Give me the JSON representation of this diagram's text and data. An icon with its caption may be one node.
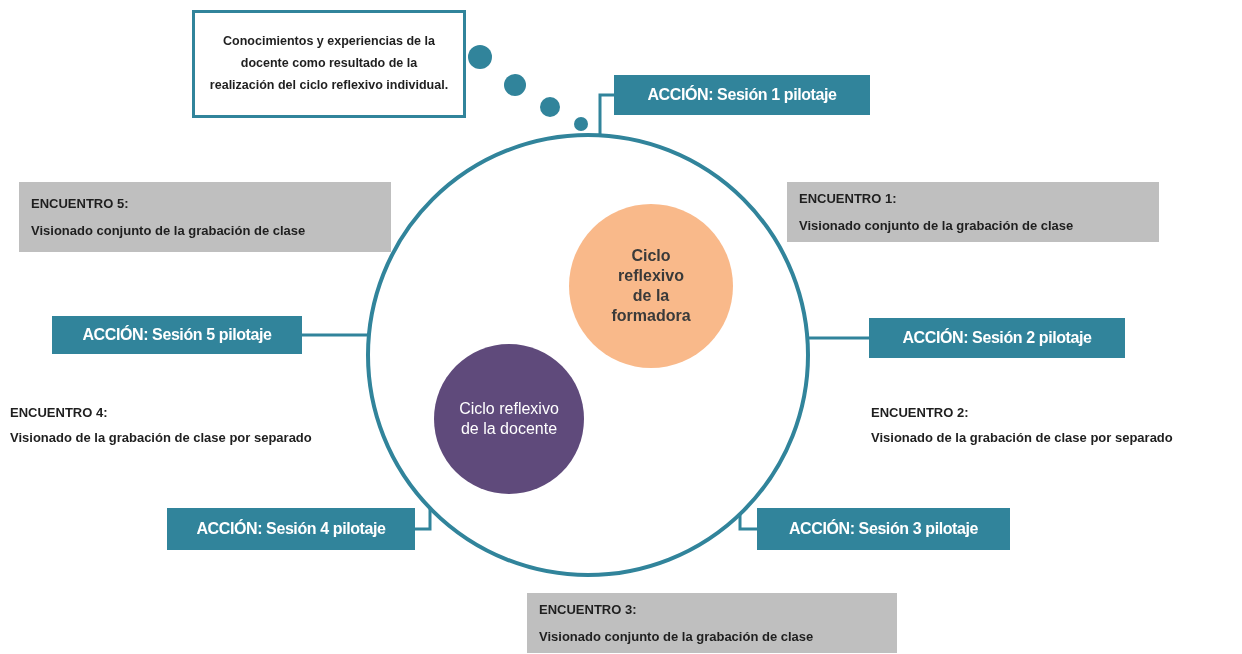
{
  "diagram": {
    "nodes": [
      {
        "text": [],
        "shape": "circle"
      },
      {
        "text": [
          "Conocimientos y experiencias de la docente como resultado de la realización del ciclo reflexivo individual."
        ]
      },
      {
        "text": [
          "ACCIÓN: Sesión 1 pilotaje"
        ]
      },
      {
        "text": [
          "ENCUENTRO 5:",
          "Visionado conjunto de la grabación de clase"
        ]
      },
      {
        "text": [
          "ENCUENTRO 1:",
          "Visionado conjunto de la grabación de clase"
        ]
      },
      {
        "text": [
          "ACCIÓN: Sesión 5 pilotaje"
        ]
      },
      {
        "text": [
          "Ciclo reflexivo de la formadora"
        ],
        "in": 0
      },
      {
        "text": [
          "ACCIÓN: Sesión 2 pilotaje"
        ]
      },
      {
        "text": [
          "Ciclo reflexivo de la docente"
        ],
        "in": 0
      },
      {
        "text": [
          "ACCIÓN: Sesión 4 pilotaje"
        ]
      },
      {
        "text": [
          "ACCIÓN: Sesión 3 pilotaje"
        ]
      },
      {
        "text": [
          "ENCUENTRO 3:",
          "Visionado conjunto de la grabación de clase"
        ]
      }
    ],
    "edges": [
      {
        "from": 0,
        "to": 2,
        "arrow": "none"
      },
      {
        "from": 0,
        "to": 5,
        "arrow": "none"
      },
      {
        "from": 0,
        "to": 7,
        "arrow": "none"
      },
      {
        "from": 0,
        "to": 9,
        "arrow": "none"
      },
      {
        "from": 0,
        "to": 10,
        "arrow": "none"
      }
    ],
    "labels": [
      "ENCUENTRO 4:",
      "Visionado de la grabación de clase por separado",
      "ENCUENTRO 2:",
      "Visionado de la grabación de clase por separado"
    ]
  }
}
